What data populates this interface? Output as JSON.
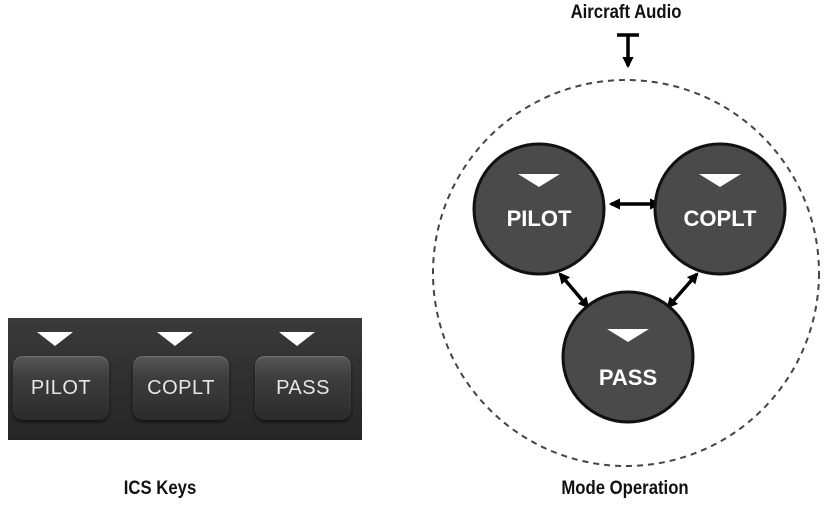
{
  "ics_keys": {
    "keys": [
      {
        "label": "PILOT"
      },
      {
        "label": "COPLT"
      },
      {
        "label": "PASS"
      }
    ],
    "caption": "ICS Keys"
  },
  "mode_operation": {
    "input_label": "Aircraft Audio",
    "nodes": [
      {
        "label": "PILOT"
      },
      {
        "label": "COPLT"
      },
      {
        "label": "PASS"
      }
    ],
    "caption": "Mode Operation"
  },
  "colors": {
    "node_fill": "#4a4a4a",
    "node_stroke": "#111111",
    "arrow": "#000000",
    "panel": "#2e2e2e"
  }
}
